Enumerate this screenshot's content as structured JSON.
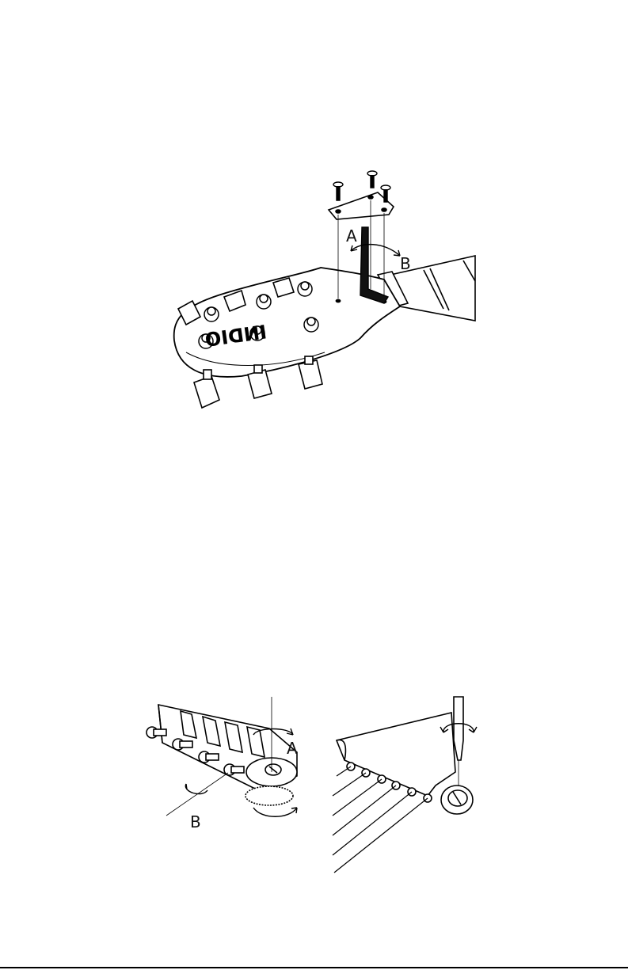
{
  "figures": {
    "truss_rod": {
      "label_a": "A",
      "label_b": "B",
      "logo_text": "INDIO"
    },
    "bridge_adjust": {
      "label_a": "A",
      "label_b": "B"
    }
  },
  "icons": [
    "allen-wrench-icon",
    "screw-icon",
    "screwdriver-icon",
    "rotation-arrow-icon"
  ]
}
